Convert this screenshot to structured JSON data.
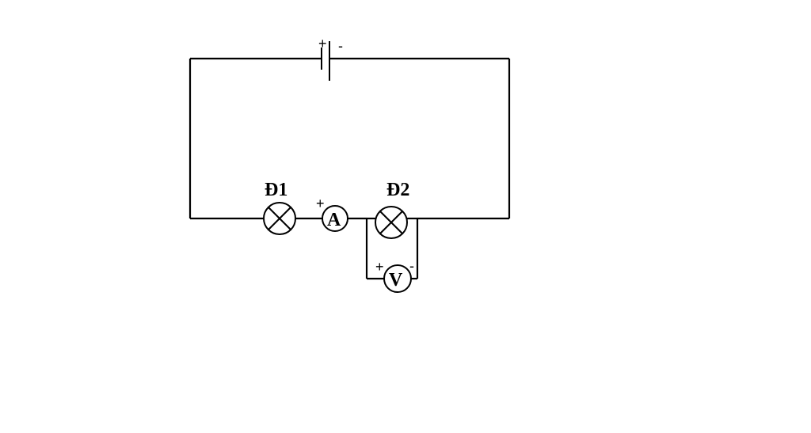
{
  "diagram": {
    "battery": {
      "plus": "+",
      "minus": "-"
    },
    "lamp1": {
      "label": "Đ1"
    },
    "lamp2": {
      "label": "Đ2"
    },
    "ammeter": {
      "symbol": "A",
      "plus": "+"
    },
    "voltmeter": {
      "symbol": "V",
      "plus": "+",
      "minus": "-"
    }
  }
}
